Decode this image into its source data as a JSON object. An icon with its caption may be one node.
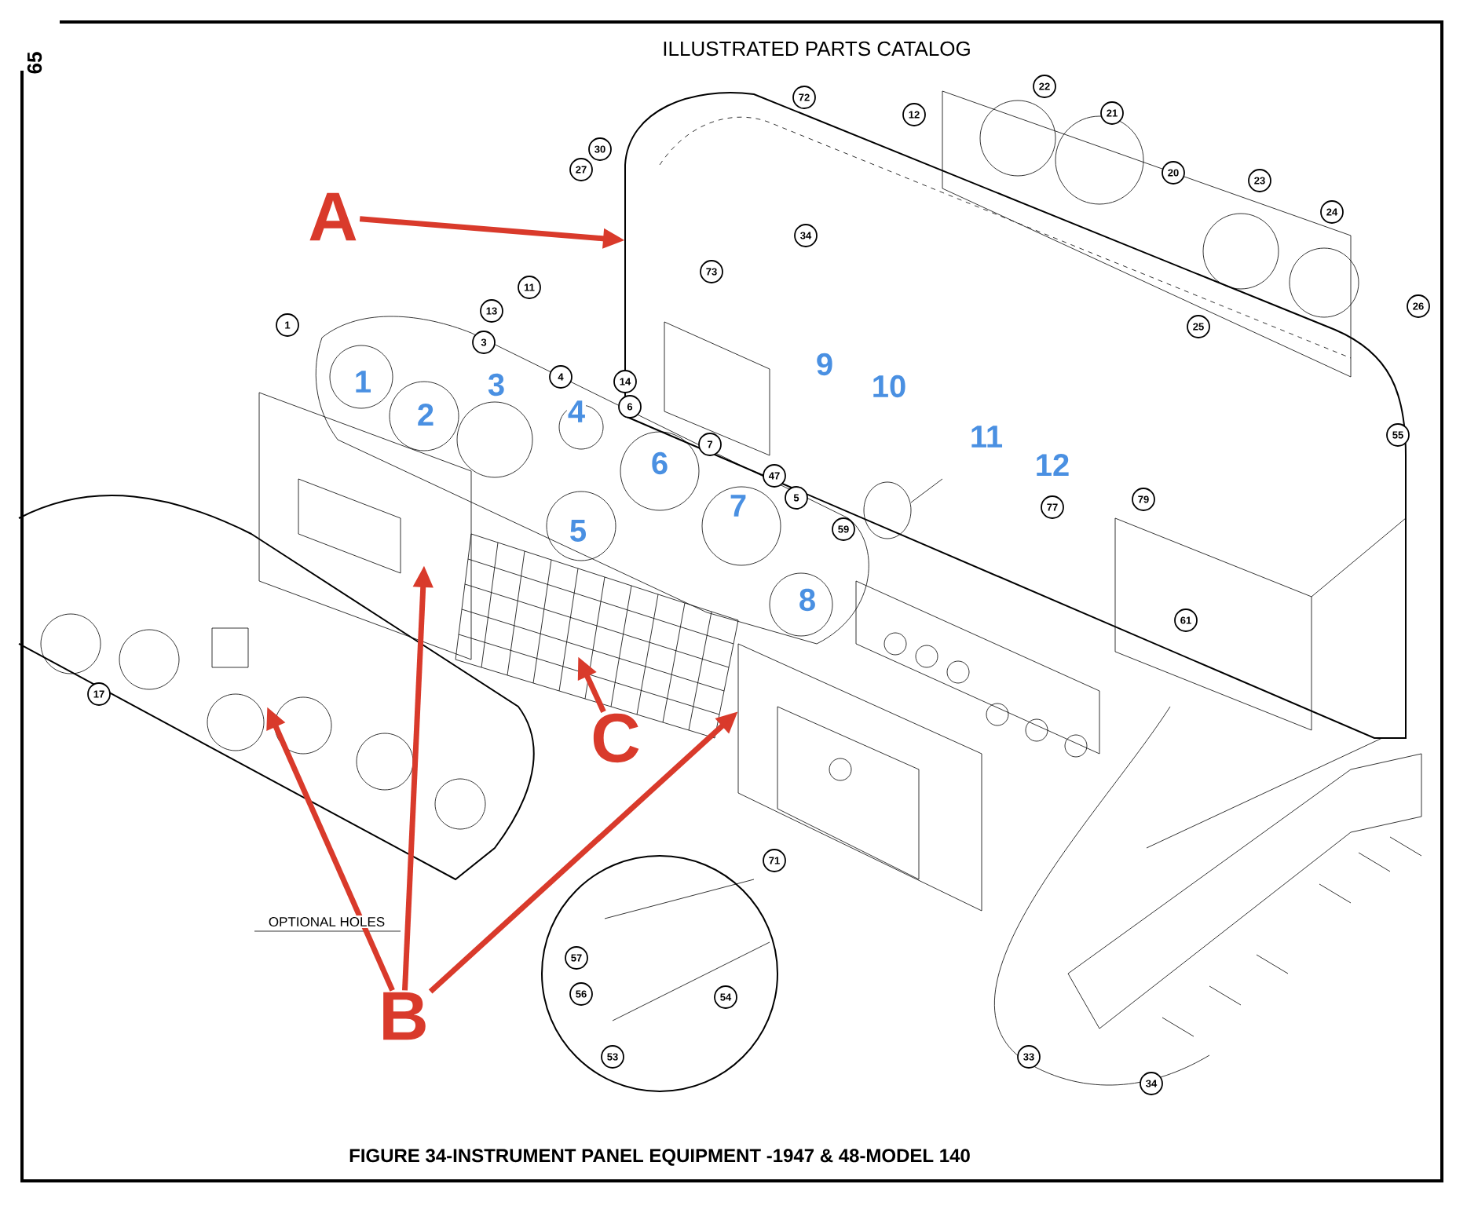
{
  "diagram": {
    "title": "ILLUSTRATED PARTS CATALOG",
    "caption": "FIGURE 34-INSTRUMENT PANEL EQUIPMENT -1947 & 48-MODEL 140",
    "nodes": [
      {
        "text": [
          "A"
        ]
      },
      {
        "text": [
          "B"
        ]
      },
      {
        "text": [
          "C"
        ]
      }
    ],
    "edges": [
      {
        "from": 0,
        "to": null,
        "arrow": "to"
      },
      {
        "from": 1,
        "to": null,
        "arrow": "to"
      },
      {
        "from": 1,
        "to": null,
        "arrow": "to"
      },
      {
        "from": 1,
        "to": null,
        "arrow": "to"
      },
      {
        "from": 2,
        "to": null,
        "arrow": "to"
      }
    ],
    "labels": [
      "65",
      "72",
      "12",
      "22",
      "21",
      "30",
      "27",
      "20",
      "23",
      "24",
      "34",
      "73",
      "11",
      "13",
      "26",
      "1",
      "25",
      "3",
      "9",
      "1",
      "4",
      "14",
      "3",
      "10",
      "6",
      "2",
      "4",
      "55",
      "11",
      "7",
      "6",
      "12",
      "47",
      "5",
      "79",
      "77",
      "7",
      "59",
      "5",
      "8",
      "61",
      "17",
      "71",
      "OPTIONAL HOLES",
      "57",
      "56",
      "54",
      "53",
      "33",
      "34"
    ]
  }
}
